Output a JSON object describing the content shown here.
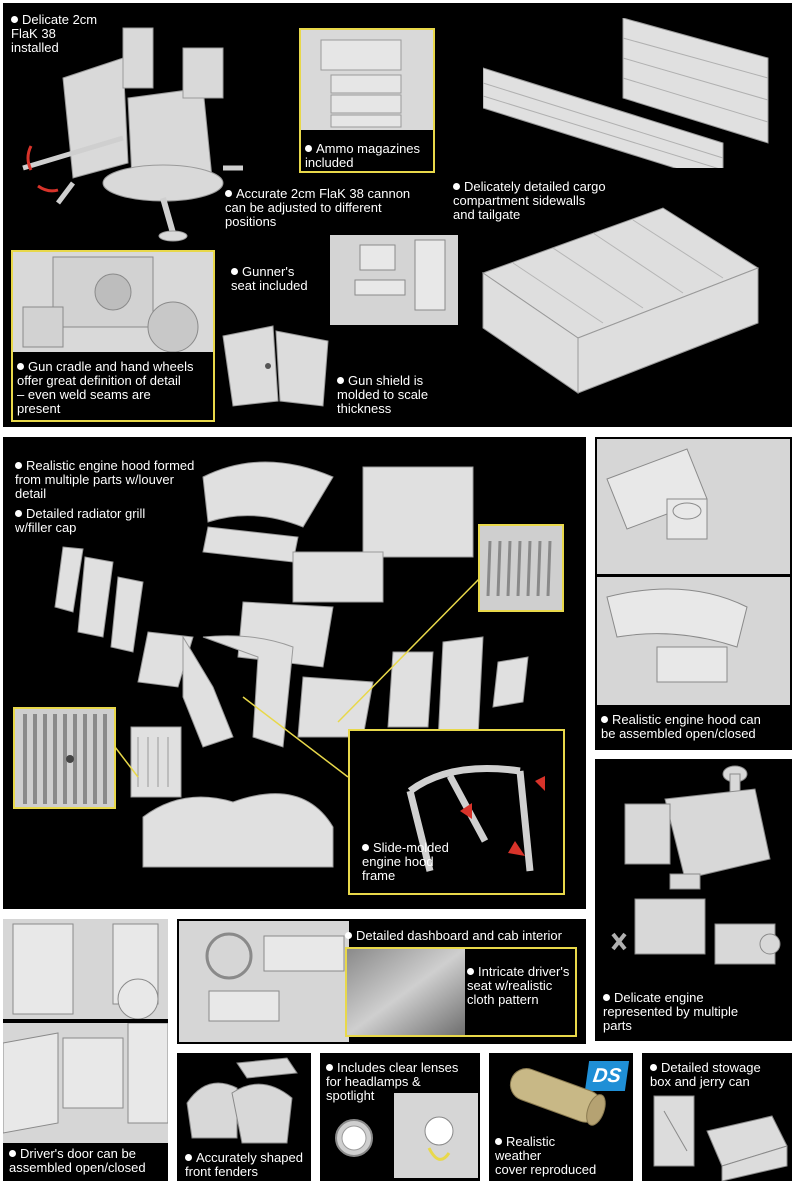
{
  "colors": {
    "panel_bg": "#000000",
    "caption_text": "#ffffff",
    "inset_border": "#e8d84a",
    "part_grey": "#d9d9d9",
    "arrow_red": "#d8332a",
    "ds_logo_blue": "#1f8fd6"
  },
  "captions": {
    "flak": "Delicate 2cm\nFlaK 38\ninstalled",
    "ammo": "Ammo magazines\nincluded",
    "cannon": "Accurate 2cm FlaK 38 cannon\ncan be adjusted to different\npositions",
    "cargo": "Delicately detailed cargo\ncompartment sidewalls\nand tailgate",
    "gunner_seat": "Gunner's\nseat included",
    "gun_cradle": "Gun cradle and hand wheels\noffer great definition of detail\n– even weld seams are\npresent",
    "gun_shield": "Gun shield is\nmolded to scale\nthickness",
    "engine_hood": "Realistic engine hood formed\nfrom multiple parts w/louver\ndetail",
    "radiator": "Detailed radiator grill\nw/filler cap",
    "slide_molded": "Slide-molded\nengine hood\nframe",
    "hood_open": "Realistic engine hood can\nbe assembled open/closed",
    "engine": "Delicate engine\nrepresented by multiple\nparts",
    "dashboard": "Detailed dashboard and cab interior",
    "driver_seat": "Intricate driver's\nseat w/realistic\ncloth pattern",
    "drivers_door": "Driver's door can be\nassembled open/closed",
    "fenders": "Accurately shaped\nfront fenders",
    "lenses": "Includes clear lenses\nfor headlamps &\nspotlight",
    "weather_cover": "Realistic\nweather\ncover reproduced",
    "stowage": "Detailed stowage\nbox and jerry can"
  },
  "logo": {
    "text": "DS"
  }
}
